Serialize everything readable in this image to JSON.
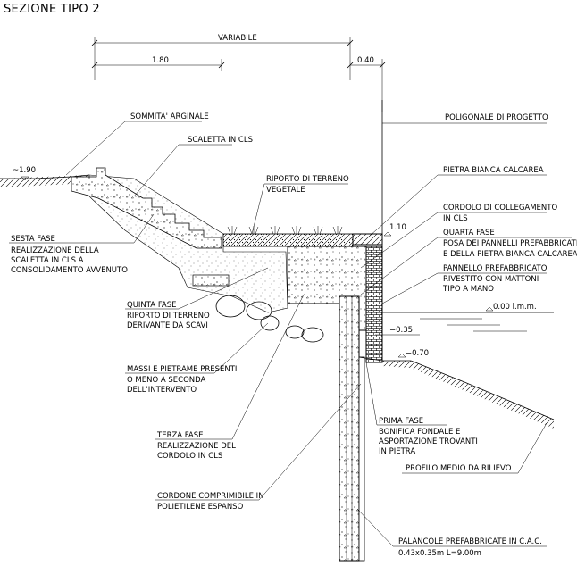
{
  "title": "SEZIONE TIPO 2",
  "dimensions": {
    "variabile": "VARIABILE",
    "width_1": "1.80",
    "width_2": "0.40"
  },
  "levels": {
    "top_left": "~1.90",
    "top_right": "1.10",
    "water": "0.00 l.m.m.",
    "minus035": "−0.35",
    "minus070": "−0.70"
  },
  "labels": {
    "sommita": "SOMMITA' ARGINALE",
    "scaletta": "SCALETTA IN CLS",
    "riporto_veg_1": "RIPORTO DI TERRENO",
    "riporto_veg_2": "VEGETALE",
    "sesta_1": "SESTA FASE",
    "sesta_2": "REALIZZAZIONE DELLA",
    "sesta_3": "SCALETTA IN CLS A",
    "sesta_4": "CONSOLIDAMENTO AVVENUTO",
    "quinta_1": "QUINTA FASE",
    "quinta_2": "RIPORTO DI TERRENO",
    "quinta_3": "DERIVANTE DA SCAVI",
    "massi_1": "MASSI E PIETRAME PRESENTI",
    "massi_2": "O MENO A SECONDA",
    "massi_3": "DELL'INTERVENTO",
    "terza_1": "TERZA FASE",
    "terza_2": "REALIZZAZIONE DEL",
    "terza_3": "CORDOLO IN CLS",
    "cordone_1": "CORDONE COMPRIMIBILE IN",
    "cordone_2": "POLIETILENE ESPANSO",
    "poligonale": "POLIGONALE DI PROGETTO",
    "pietra": "PIETRA BIANCA CALCAREA",
    "cordolo_1": "CORDOLO DI COLLEGAMENTO",
    "cordolo_2": "IN CLS",
    "quarta_1": "QUARTA FASE",
    "quarta_2": "POSA DEI PANNELLI PREFABBRICATI",
    "quarta_3": "E DELLA PIETRA BIANCA CALCAREA",
    "pannello_1": "PANNELLO PREFABBRICATO",
    "pannello_2": "RIVESTITO CON MATTONI",
    "pannello_3": "TIPO A MANO",
    "prima_1": "PRIMA FASE",
    "prima_2": "BONIFICA FONDALE E",
    "prima_3": "ASPORTAZIONE TROVANTI",
    "prima_4": "IN PIETRA",
    "profilo": "PROFILO MEDIO DA RILIEVO",
    "palancole_1": "PALANCOLE PREFABBRICATE IN C.A.C.",
    "palancole_2": "0.43x0.35m  L=9.00m"
  }
}
